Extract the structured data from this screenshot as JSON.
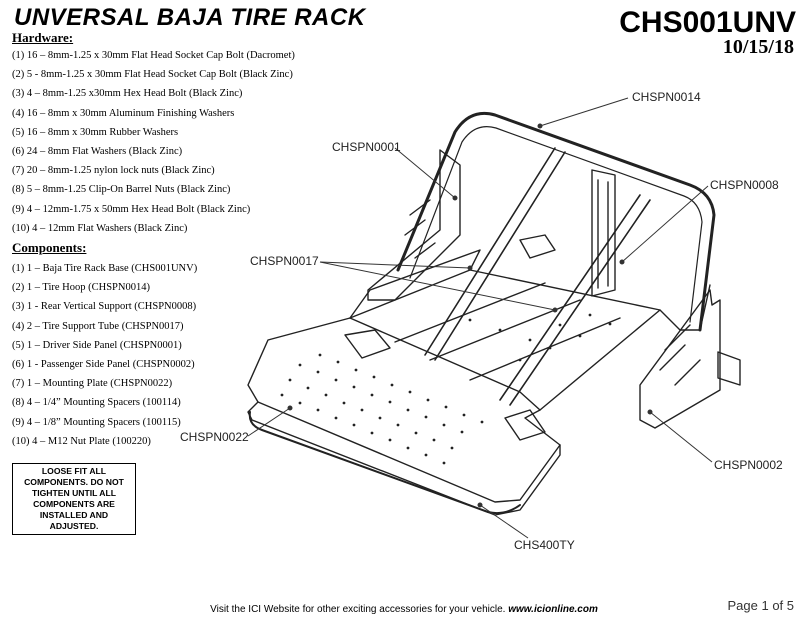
{
  "header": {
    "title": "UNVERSAL BAJA TIRE RACK",
    "part_number": "CHS001UNV",
    "date": "10/15/18"
  },
  "hardware": {
    "heading": "Hardware:",
    "items": [
      "(1) 16 – 8mm-1.25 x 30mm Flat Head Socket Cap Bolt (Dacromet)",
      "(2) 5 - 8mm-1.25 x 30mm Flat Head Socket Cap Bolt (Black Zinc)",
      "(3) 4 – 8mm-1.25 x30mm Hex Head Bolt (Black Zinc)",
      "(4) 16 – 8mm x 30mm Aluminum Finishing Washers",
      "(5) 16 – 8mm x 30mm Rubber Washers",
      "(6) 24 – 8mm Flat Washers (Black Zinc)",
      "(7) 20 – 8mm-1.25 nylon lock nuts (Black Zinc)",
      "(8) 5 – 8mm-1.25 Clip-On Barrel Nuts (Black Zinc)",
      "(9) 4 – 12mm-1.75 x 50mm Hex Head Bolt (Black Zinc)",
      "(10) 4 – 12mm Flat Washers (Black Zinc)"
    ]
  },
  "components": {
    "heading": "Components:",
    "items": [
      "(1) 1 – Baja Tire Rack Base (CHS001UNV)",
      "(2) 1 – Tire Hoop (CHSPN0014)",
      "(3) 1 - Rear Vertical Support (CHSPN0008)",
      "(4) 2 – Tire Support Tube (CHSPN0017)",
      "(5) 1 – Driver Side Panel (CHSPN0001)",
      "(6) 1 - Passenger Side Panel (CHSPN0002)",
      "(7) 1 – Mounting Plate (CHSPN0022)",
      "(8) 4 – 1/4” Mounting Spacers (100114)",
      "(9) 4 – 1/8” Mounting Spacers (100115)",
      "(10) 4 – M12 Nut Plate (100220)"
    ]
  },
  "note": "LOOSE FIT ALL COMPONENTS. DO NOT TIGHTEN UNTIL ALL COMPONENTS ARE INSTALLED AND ADJUSTED.",
  "callouts": {
    "chspn0014": "CHSPN0014",
    "chspn0001": "CHSPN0001",
    "chspn0008": "CHSPN0008",
    "chspn0017": "CHSPN0017",
    "chspn0022": "CHSPN0022",
    "chspn0002": "CHSPN0002",
    "chs400ty": "CHS400TY"
  },
  "footer": {
    "text_prefix": "Visit the ICI Website for other exciting accessories for your vehicle. ",
    "website": "www.icionline.com"
  },
  "page_number": "Page 1 of 5",
  "colors": {
    "ink": "#000000",
    "line": "#333333"
  }
}
